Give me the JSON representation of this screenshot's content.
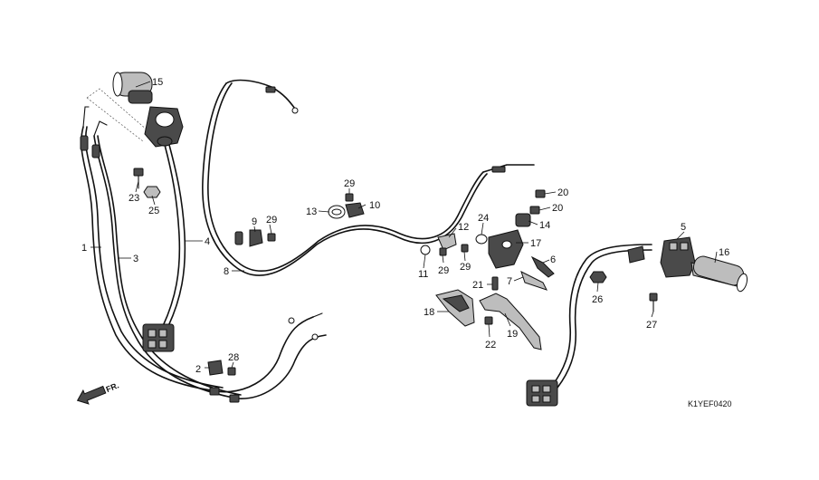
{
  "diagram": {
    "drawing_code": "K1YEF0420",
    "direction_label": "FR.",
    "callouts": [
      "1",
      "2",
      "3",
      "4",
      "5",
      "6",
      "7",
      "8",
      "9",
      "10",
      "11",
      "13",
      "14",
      "15",
      "16",
      "17",
      "18",
      "19",
      "20",
      "20",
      "21",
      "22",
      "23",
      "24",
      "25",
      "26",
      "27",
      "28",
      "29",
      "29",
      "29"
    ]
  }
}
